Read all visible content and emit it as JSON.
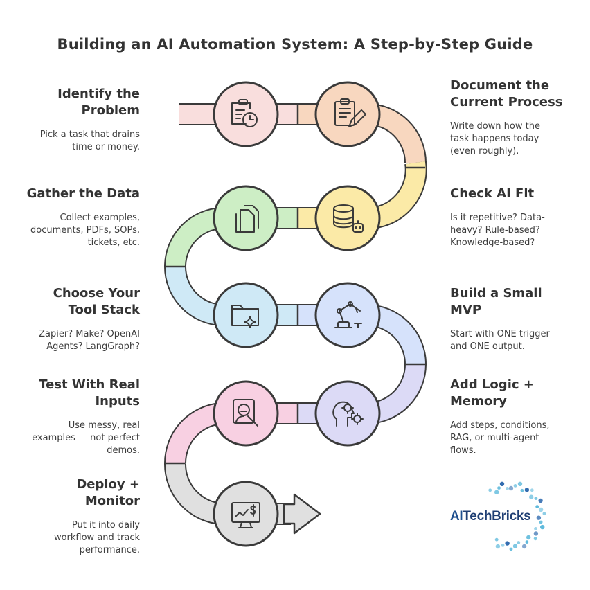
{
  "title": "Building an AI Automation System: A Step-by-Step Guide",
  "steps": [
    {
      "title_lines": [
        "Identify the",
        "Problem"
      ],
      "desc_lines": [
        "Pick a task that drains",
        "time or money."
      ],
      "icon": "clipboard-clock-icon"
    },
    {
      "title_lines": [
        "Document the",
        "Current Process"
      ],
      "desc_lines": [
        "Write down how the",
        "task happens today",
        "(even roughly)."
      ],
      "icon": "clipboard-pencil-icon"
    },
    {
      "title_lines": [
        "Check AI Fit"
      ],
      "desc_lines": [
        "Is it repetitive? Data-",
        "heavy? Rule-based?",
        "Knowledge-based?"
      ],
      "icon": "database-robot-icon"
    },
    {
      "title_lines": [
        "Gather the Data"
      ],
      "desc_lines": [
        "Collect examples,",
        "documents, PDFs, SOPs,",
        "tickets, etc."
      ],
      "icon": "documents-icon"
    },
    {
      "title_lines": [
        "Choose Your",
        "Tool Stack"
      ],
      "desc_lines": [
        "Zapier? Make? OpenAI",
        "Agents? LangGraph?"
      ],
      "icon": "folder-sparkle-icon"
    },
    {
      "title_lines": [
        "Build a Small",
        "MVP"
      ],
      "desc_lines": [
        "Start with ONE trigger",
        "and ONE output."
      ],
      "icon": "robot-arm-icon"
    },
    {
      "title_lines": [
        "Add Logic +",
        "Memory"
      ],
      "desc_lines": [
        "Add steps, conditions,",
        "RAG, or multi-agent",
        "flows."
      ],
      "icon": "head-gears-icon"
    },
    {
      "title_lines": [
        "Test With Real",
        "Inputs"
      ],
      "desc_lines": [
        "Use messy, real",
        "examples — not perfect",
        "demos."
      ],
      "icon": "person-search-icon"
    },
    {
      "title_lines": [
        "Deploy +",
        "Monitor"
      ],
      "desc_lines": [
        "Put it into daily",
        "workflow and track",
        "performance."
      ],
      "icon": "monitor-chart-icon"
    }
  ],
  "logo": {
    "prefix": "AI",
    "suffix": "TechBricks"
  },
  "colors": {
    "step1": "#f9dedd",
    "step2": "#f8d7bf",
    "step3": "#fbeaa7",
    "step4": "#cdeec5",
    "step5": "#cfe9f6",
    "step6": "#d6e2fb",
    "step7": "#dcdaf6",
    "step8": "#f8d0e2",
    "step9": "#e0e0e0",
    "outline": "#3a3a3a",
    "logo_blue": "#1f5ea8",
    "logo_teal": "#4fb3d8"
  }
}
